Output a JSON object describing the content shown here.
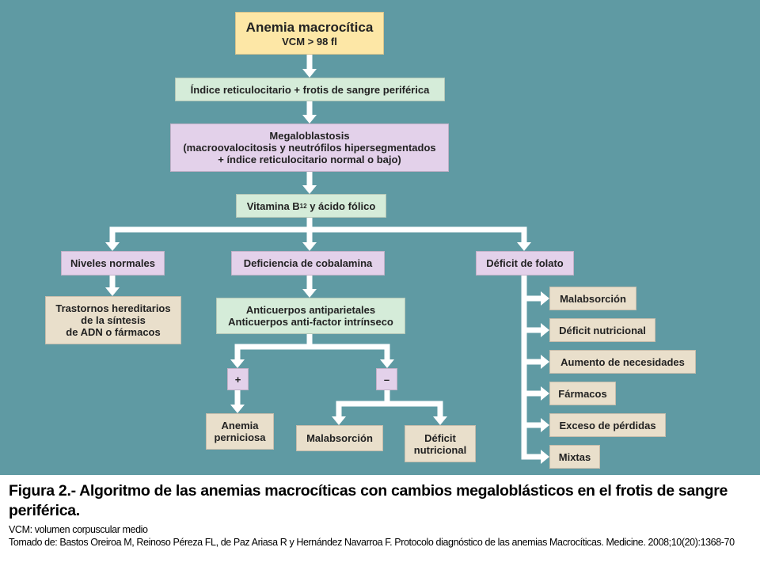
{
  "diagram": {
    "colors": {
      "background": "#5f9aa3",
      "arrow": "#ffffff",
      "yellow": "#fde7a6",
      "green": "#d5ecd9",
      "purple": "#e3d1ea",
      "beige": "#e9dfcb"
    },
    "nodes": {
      "start_title": "Anemia macrocítica",
      "start_sub": "VCM > 98 fl",
      "reticulo": "Índice reticulocitario + frotis de sangre periférica",
      "megalo": "Megaloblastosis\n(macroovalocitosis y neutrófilos hipersegmentados\n+ índice reticulocitario normal o bajo)",
      "vitamin_a": "Vitamina B",
      "vitamin_sub": "12",
      "vitamin_b": " y ácido fólico",
      "niveles": "Niveles normales",
      "cobalamina": "Deficiencia de cobalamina",
      "folato": "Déficit de folato",
      "trastornos": "Trastornos hereditarios\nde la síntesis\nde ADN o fármacos",
      "anticuerpos": "Anticuerpos antiparietales\nAnticuerpos anti-factor intrínseco",
      "plus": "+",
      "minus": "–",
      "perniciosa": "Anemia\nperniciosa",
      "malabs_b12": "Malabsorción",
      "deficit_nutri_b12": "Déficit\nnutricional",
      "folate_causes": [
        "Malabsorción",
        "Déficit nutricional",
        "Aumento de necesidades",
        "Fármacos",
        "Exceso de pérdidas",
        "Mixtas"
      ]
    }
  },
  "caption": {
    "title": "Figura  2.- Algoritmo de las anemias macrocíticas con cambios megaloblásticos en el frotis de sangre periférica.",
    "note": "VCM: volumen corpuscular medio",
    "source": "Tomado de: Bastos Oreiroa M, Reinoso Péreza  FL, de Paz Ariasa  R y Hernández Navarroa F. Protocolo diagnóstico de las anemias Macrocíticas. Medicine. 2008;10(20):1368-70"
  }
}
